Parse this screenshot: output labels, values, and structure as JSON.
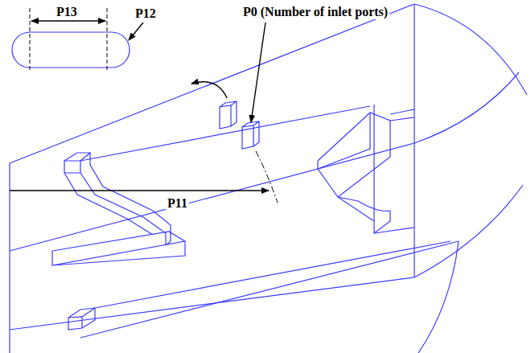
{
  "diagram": {
    "labels": [
      "P13",
      "P12",
      "P0 (Number of inlet ports)",
      "P11"
    ]
  }
}
